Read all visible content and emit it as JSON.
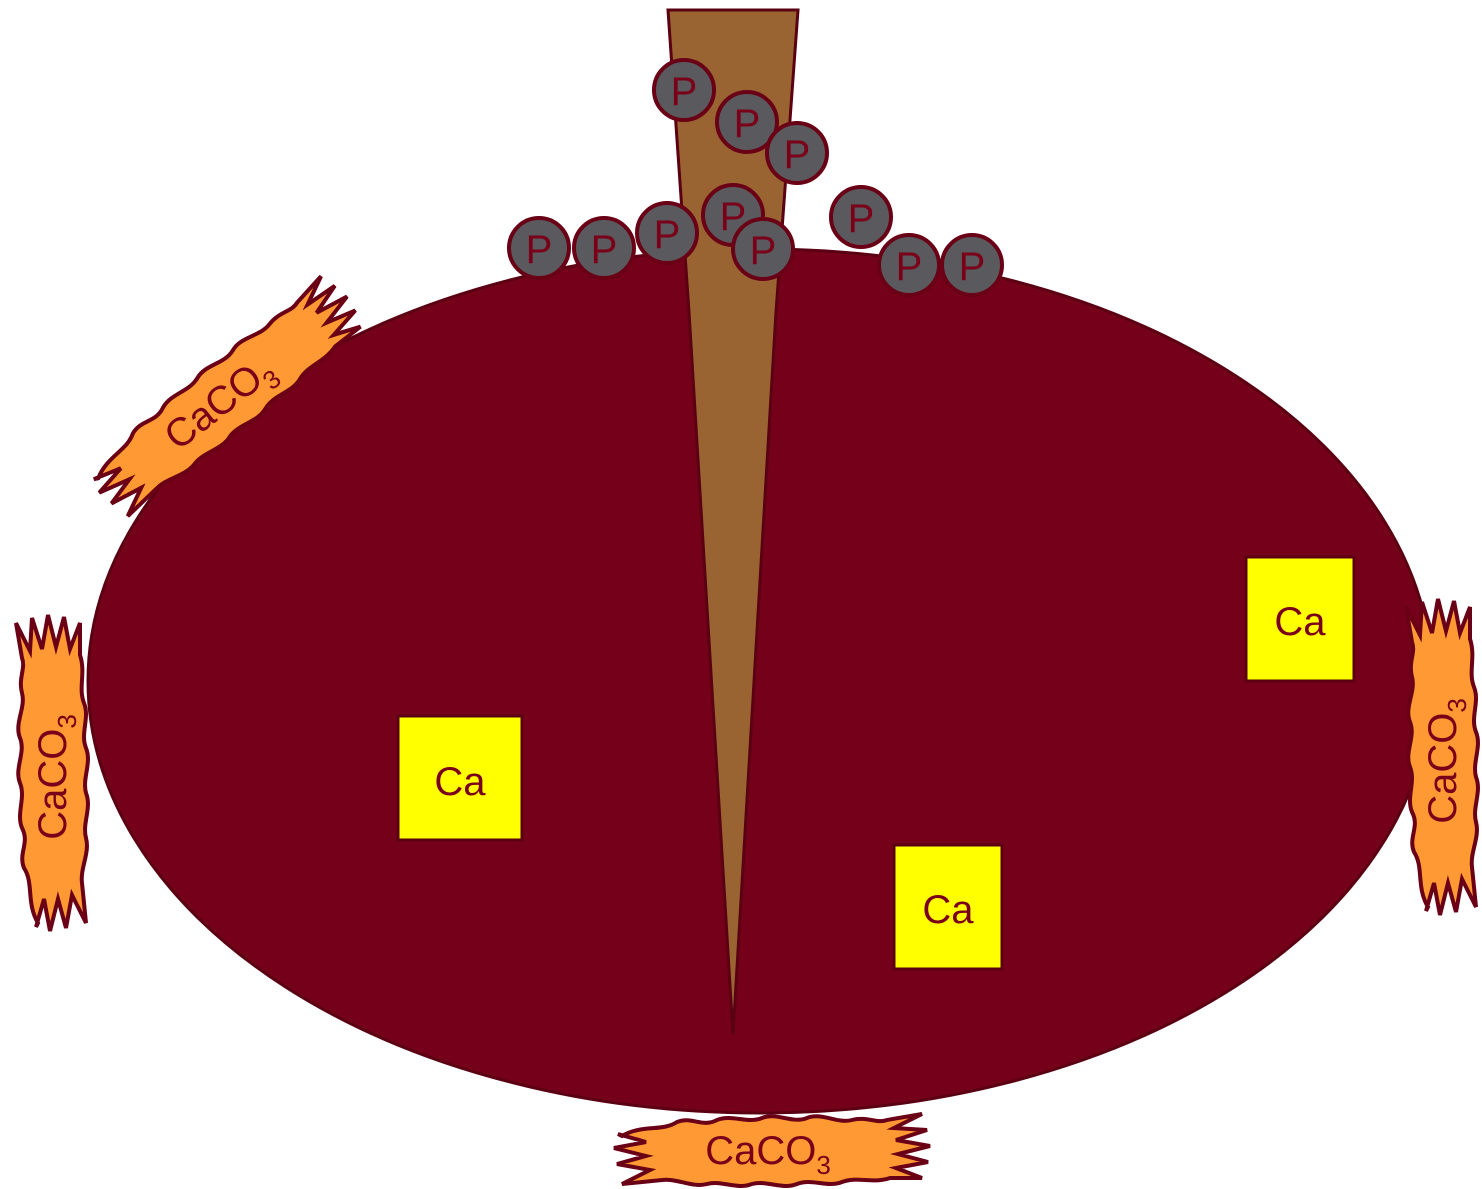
{
  "colors": {
    "background": "#ffffff",
    "particle_fill": "#75001a",
    "particle_stroke": "#5a0012",
    "wedge_fill": "#9a6432",
    "phosphate_fill": "#5a5a5e",
    "phosphate_stroke": "#6a0016",
    "calcium_fill": "#ffff00",
    "carbonate_fill": "#ff9933",
    "label_color": "#7a0019"
  },
  "icons": {
    "phosphate": "grey-circle-icon",
    "calcium": "yellow-square-icon",
    "carbonate": "orange-frayed-blob-icon"
  },
  "diagram": {
    "phosphate_label": "P",
    "calcium_label": "Ca",
    "carbonate_label": {
      "main": "CaCO",
      "subscript": "3"
    }
  }
}
